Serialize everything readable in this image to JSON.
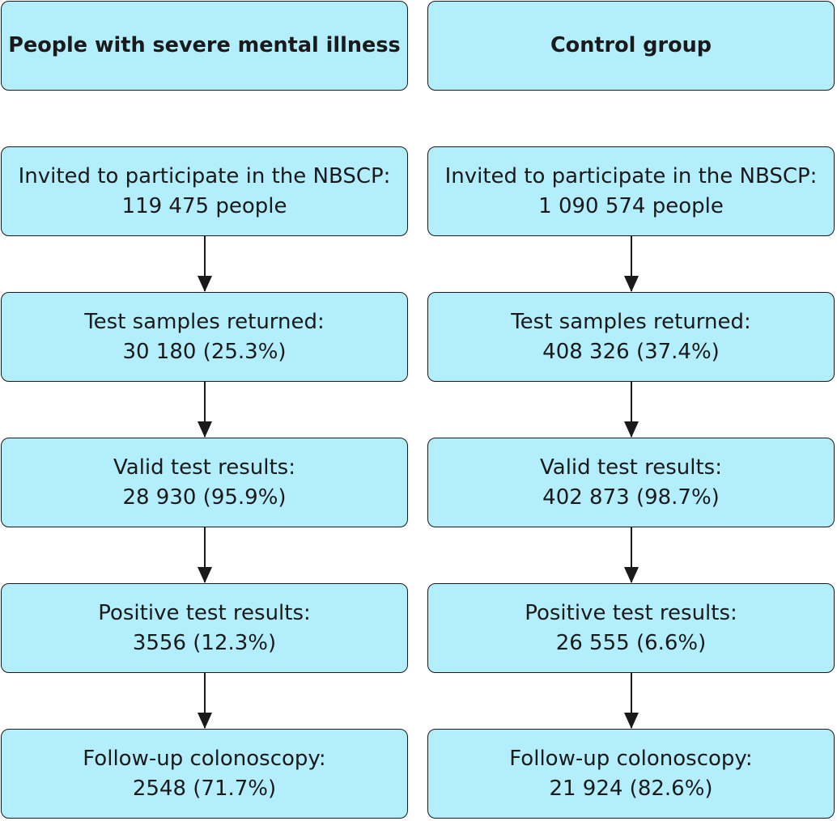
{
  "columns": [
    {
      "header": "People with severe mental illness",
      "steps": [
        {
          "label": "Invited to participate in the NBSCP:",
          "value": "119 475 people"
        },
        {
          "label": "Test samples returned:",
          "value": "30 180 (25.3%)"
        },
        {
          "label": "Valid test results:",
          "value": "28 930 (95.9%)"
        },
        {
          "label": "Positive test results:",
          "value": "3556 (12.3%)"
        },
        {
          "label": "Follow-up colonoscopy:",
          "value": "2548 (71.7%)"
        }
      ]
    },
    {
      "header": "Control group",
      "steps": [
        {
          "label": "Invited to participate in the NBSCP:",
          "value": "1 090 574 people"
        },
        {
          "label": "Test samples returned:",
          "value": "408 326 (37.4%)"
        },
        {
          "label": "Valid test results:",
          "value": "402 873 (98.7%)"
        },
        {
          "label": "Positive test results:",
          "value": "26 555 (6.6%)"
        },
        {
          "label": "Follow-up colonoscopy:",
          "value": "21 924 (82.6%)"
        }
      ]
    }
  ],
  "colors": {
    "box_fill": "#b3eefd",
    "stroke": "#1a1a1a"
  }
}
